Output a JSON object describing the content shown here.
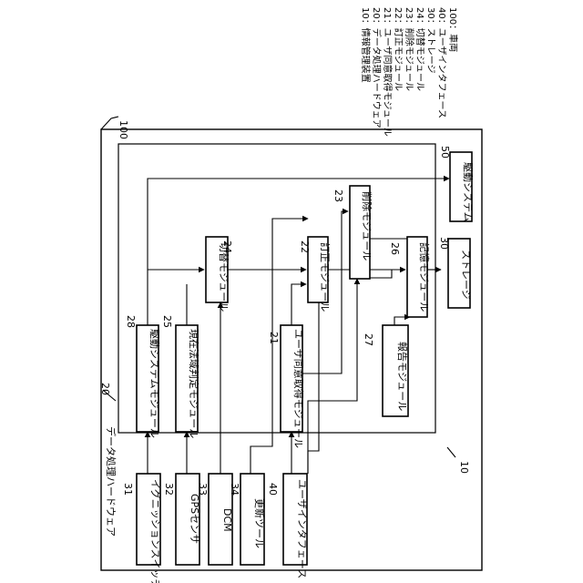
{
  "diagram": {
    "refs": {
      "device": "100",
      "hardware": "20",
      "figure_ref": "10",
      "mod_21": "21",
      "mod_22": "22",
      "mod_23": "23",
      "mod_24": "24",
      "mod_25": "25",
      "mod_26": "26",
      "mod_27": "27",
      "mod_28": "28",
      "ignition": "31",
      "gps": "32",
      "dcm": "33",
      "update_tool": "34",
      "user_interface": "40",
      "storage": "30",
      "drive": "50"
    },
    "hardware_label": "データ処理ハードウェア",
    "modules": {
      "drive_system_module": "駆動システムモジュール",
      "current_state_module": "現在法域判定モジュール",
      "user_consent_module": "ユーザ同意取得モジュール",
      "switch_module": "切替モジュール",
      "correction_module": "訂正モジュール",
      "deletion_module": "削除モジュール",
      "storage_module": "記憶モジュール",
      "notification_module": "報告モジュール"
    },
    "inputs": {
      "ignition_switch": "イグニッションスイッチ",
      "gps_sensor": "GPSセンサ",
      "dcm": "DCM",
      "update_tool": "更新ツール",
      "user_interface": "ユーザインタフェース"
    },
    "outputs": {
      "storage": "ストレージ",
      "drive_system": "駆動システム"
    },
    "legend": [
      "10：情報管理装置",
      "20：データ処理ハードウェア",
      "21：ユーザ同意取得モジュール",
      "22：訂正モジュール",
      "23：削除モジュール",
      "24：切替モジュール",
      "30：ストレージ",
      "40：ユーザインタフェース",
      "100：車両"
    ]
  }
}
